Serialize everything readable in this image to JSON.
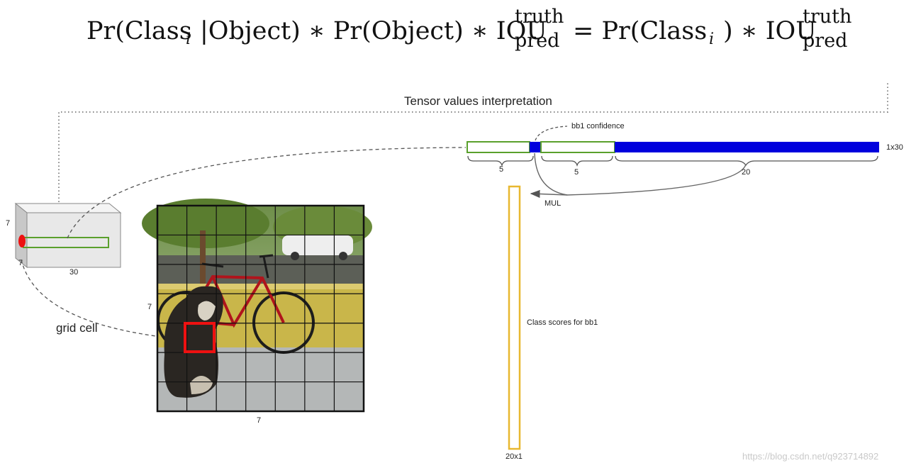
{
  "equation": {
    "pr1": "Pr(Class",
    "sub_i1": "i",
    "bar_object": "|Object) ∗ Pr(Object) ∗ IOU",
    "truth1": "truth",
    "pred1": "pred",
    "eq_pr2": "= Pr(Class",
    "sub_i2": "i",
    "close_iou": ") ∗ IOU",
    "truth2": "truth",
    "pred2": "pred"
  },
  "labels": {
    "tensor_title": "Tensor values interpretation",
    "bb1_confidence": "bb1 confidence",
    "vec_size": "1x30",
    "seg_5a": "5",
    "seg_5b": "5",
    "seg_20": "20",
    "mul": "MUL",
    "class_scores": "Class scores for bb1",
    "col_size": "20x1",
    "grid_cell": "grid cell",
    "cube_height": "7",
    "cube_depth": "7",
    "cube_width": "30",
    "img_side": "7",
    "img_bottom": "7"
  },
  "watermark": "https://blog.csdn.net/q923714892",
  "colors": {
    "green": "#5aa02c",
    "blue": "#0000dd",
    "yellow": "#e8b830",
    "red": "#ee1111",
    "dash": "#555555"
  }
}
